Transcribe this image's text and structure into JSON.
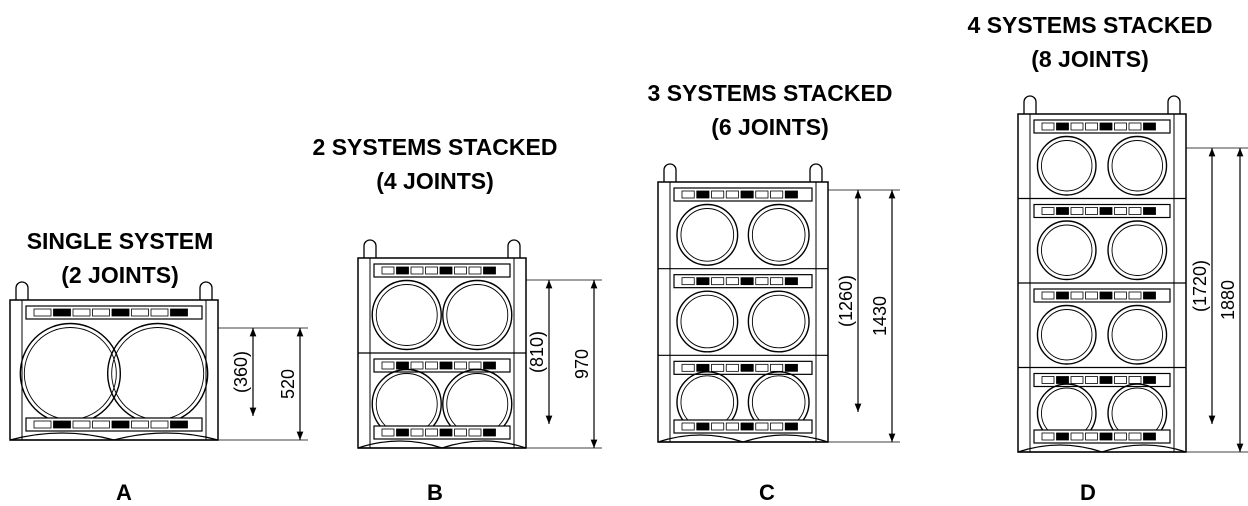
{
  "configs": [
    {
      "id": "A",
      "letter": "A",
      "title_line1": "SINGLE SYSTEM",
      "title_line2": "(2 JOINTS)",
      "inner_dim": "(360)",
      "outer_dim": "520",
      "systems": 1
    },
    {
      "id": "B",
      "letter": "B",
      "title_line1": "2 SYSTEMS STACKED",
      "title_line2": "(4 JOINTS)",
      "inner_dim": "(810)",
      "outer_dim": "970",
      "systems": 2
    },
    {
      "id": "C",
      "letter": "C",
      "title_line1": "3 SYSTEMS STACKED",
      "title_line2": "(6 JOINTS)",
      "inner_dim": "(1260)",
      "outer_dim": "1430",
      "systems": 3
    },
    {
      "id": "D",
      "letter": "D",
      "title_line1": "4 SYSTEMS STACKED",
      "title_line2": "(8 JOINTS)",
      "inner_dim": "(1720)",
      "outer_dim": "1880",
      "systems": 4
    }
  ]
}
